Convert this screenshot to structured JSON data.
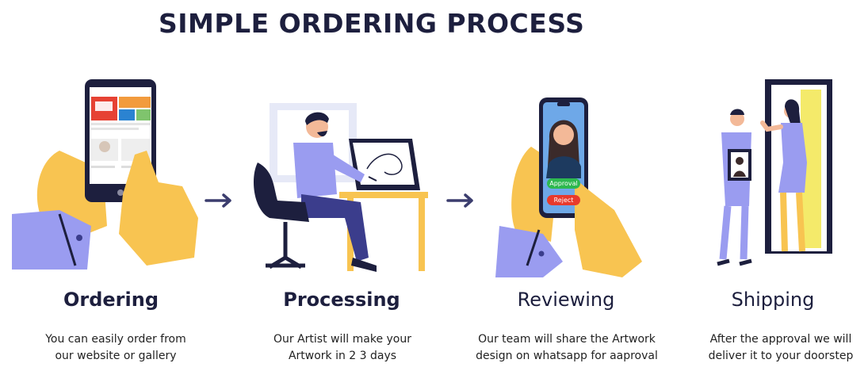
{
  "page": {
    "title": "SIMPLE ORDERING PROCESS"
  },
  "steps": [
    {
      "title": "Ordering",
      "desc_lines": [
        "You can easily order from",
        "our website or gallery"
      ],
      "illustration": "hand-holding-phone-icon"
    },
    {
      "title": "Processing",
      "desc_lines": [
        "Our Artist will make your",
        "Artwork in 2 3 days"
      ],
      "illustration": "artist-at-desk-icon"
    },
    {
      "title": "Reviewing",
      "desc_lines": [
        "Our team will share the Artwork",
        "design on whatsapp for aaproval"
      ],
      "illustration": "phone-approval-icon",
      "buttons": {
        "approve": "Approval",
        "reject": "Reject"
      }
    },
    {
      "title": "Shipping",
      "desc_lines": [
        "After the approval we will",
        "deliver it to your doorstep"
      ],
      "illustration": "delivery-doorstep-icon"
    }
  ],
  "colors": {
    "navy": "#1d1f3e",
    "yellow": "#f8c451",
    "lavender": "#9a9cf0",
    "approve_green": "#2db84f",
    "reject_red": "#e83a2c"
  }
}
